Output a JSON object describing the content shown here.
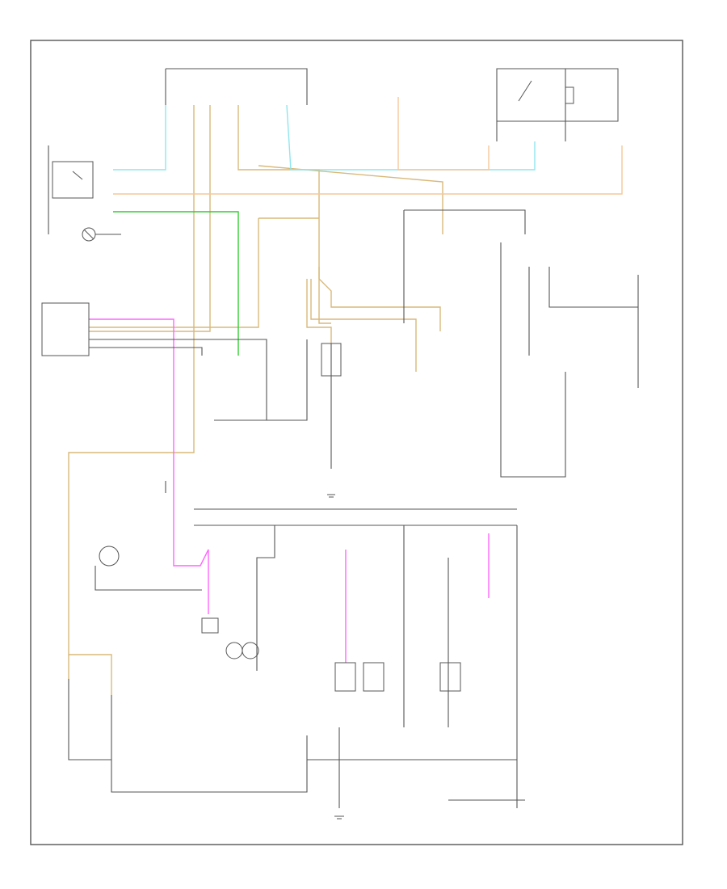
{
  "diagram": {
    "frame_tag": "",
    "wire_colors": {
      "tan": "#d8b97a",
      "dark_tan": "#c9a55a",
      "light_blue": "#8ee6ee",
      "orange": "#f6c79a",
      "green": "#33cc33",
      "pink": "#ff66ff",
      "black": "#555555"
    },
    "components": [
      {
        "id": "switch-top-left",
        "label": ""
      },
      {
        "id": "lamp-left",
        "label": ""
      },
      {
        "id": "connector-left",
        "label": ""
      },
      {
        "id": "relay-top-right",
        "label": ""
      },
      {
        "id": "ground-center",
        "label": ""
      },
      {
        "id": "motor-bottom-left",
        "label": ""
      },
      {
        "id": "lamps-bottom-center",
        "label": ""
      },
      {
        "id": "ground-bottom",
        "label": ""
      }
    ]
  }
}
